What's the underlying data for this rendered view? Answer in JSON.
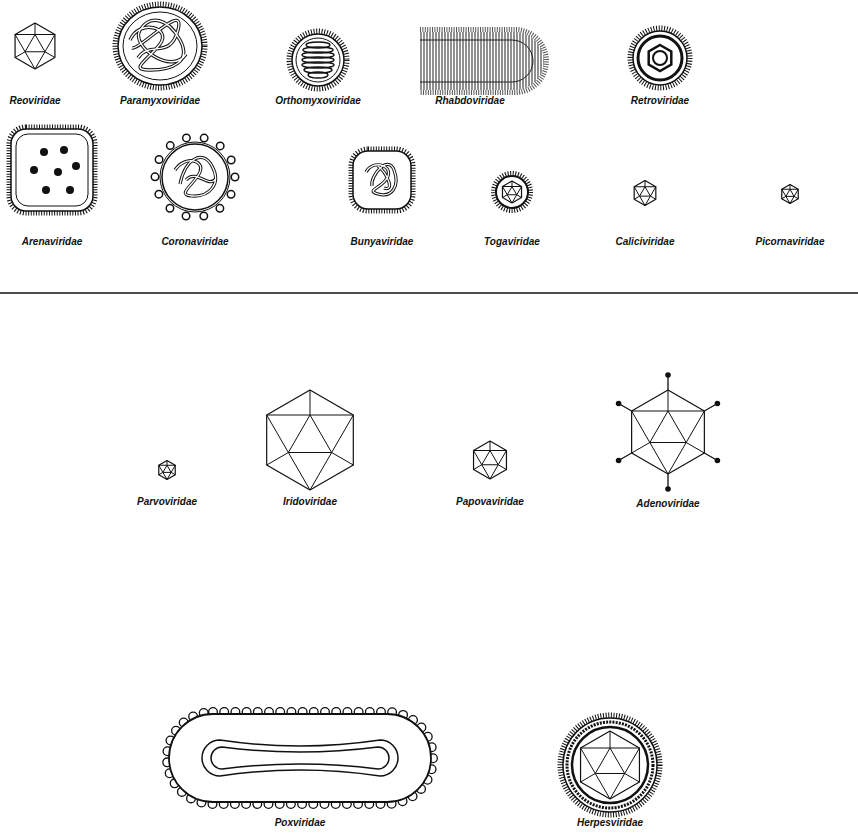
{
  "diagram": {
    "labels": [
      "Reoviridae",
      "Paramyxoviridae",
      "Orthomyxoviridae",
      "Rhabdoviridae",
      "Retroviridae",
      "Arenaviridae",
      "Coronaviridae",
      "Bunyaviridae",
      "Togaviridae",
      "Caliciviridae",
      "Picornaviridae",
      "Parvoviridae",
      "Iridoviridae",
      "Papovaviridae",
      "Adenoviridae",
      "Poxviridae",
      "Herpesviridae"
    ]
  }
}
